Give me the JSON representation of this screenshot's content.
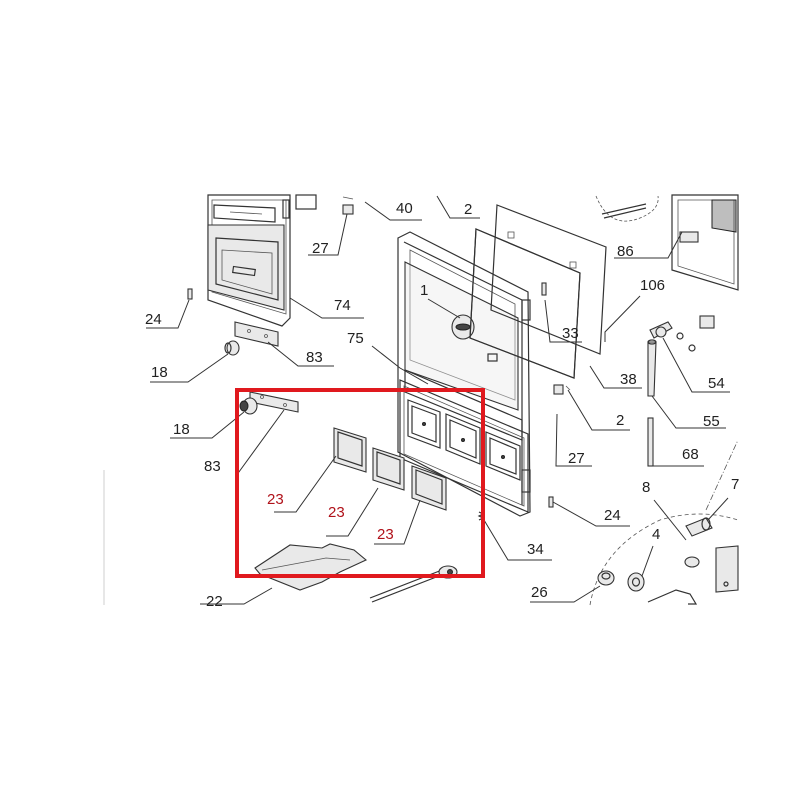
{
  "colors": {
    "highlight_box": "#e0191e",
    "highlight_label": "#b0121a",
    "line": "#333333"
  },
  "labels": {
    "l40": "40",
    "l2_top": "2",
    "l27_top": "27",
    "l86": "86",
    "l74": "74",
    "l106": "106",
    "l24_left": "24",
    "l1": "1",
    "l33": "33",
    "l83_top": "83",
    "l75": "75",
    "l18_top": "18",
    "l54": "54",
    "l38": "38",
    "l18_bottom": "18",
    "l2_mid": "2",
    "l55": "55",
    "l83_bottom": "83",
    "l27_mid": "27",
    "l68": "68",
    "l8": "8",
    "l7": "7",
    "l23_a": "23",
    "l24_right": "24",
    "l23_b": "23",
    "l4": "4",
    "l23_c": "23",
    "l34": "34",
    "l26": "26",
    "l22": "22"
  }
}
